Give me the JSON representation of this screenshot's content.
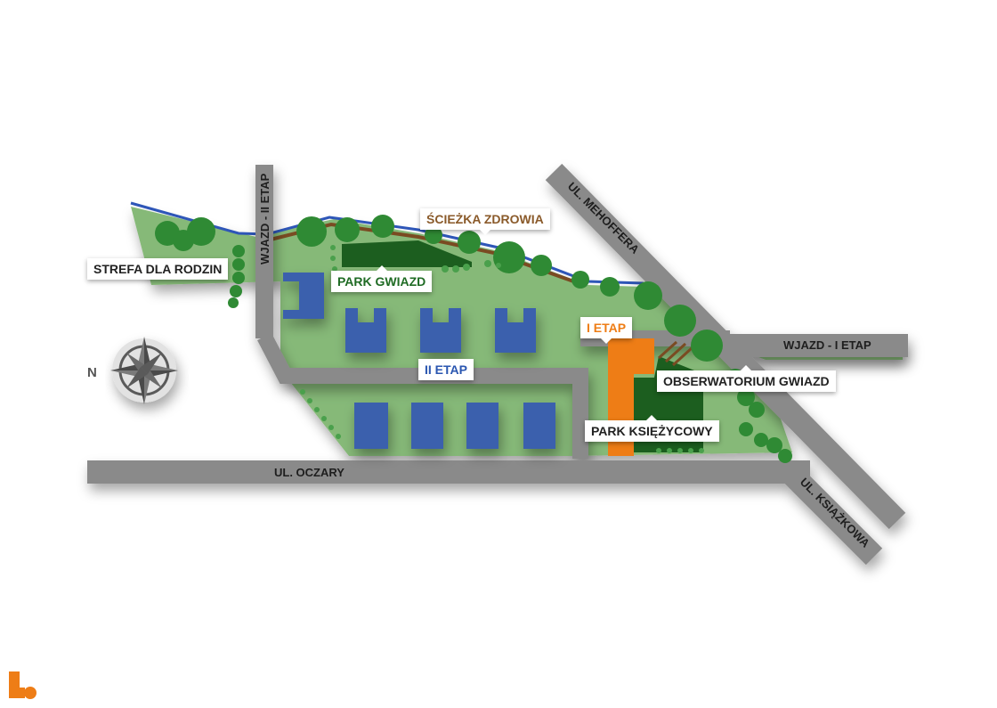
{
  "labels": {
    "strefa": "STREFA DLA RODZIN",
    "sciezka": "ŚCIEŻKA ZDROWIA",
    "park_gwiazd": "PARK GWIAZD",
    "ii_etap": "II ETAP",
    "i_etap": "I ETAP",
    "obserwatorium": "OBSERWATORIUM GWIAZD",
    "park_ksiezycowy": "PARK KSIĘŻYCOWY"
  },
  "roads": {
    "wjazd_ii": "WJAZD - II ETAP",
    "mehoffera": "UL. MEHOFFERA",
    "wjazd_i": "WJAZD - I ETAP",
    "oczary": "UL. OCZARY",
    "ksiazkowa": "UL. KSIĄŻKOWA"
  },
  "compass": {
    "letter": "N"
  },
  "colors": {
    "grass": "#86b978",
    "dark_green": "#1c5e1f",
    "tree": "#2f8a34",
    "road": "#8a8a8a",
    "building": "#3a61ad",
    "stage_one": "#ee7d16",
    "river": "#2e56b8",
    "path": "#7a4b22",
    "logo": "#ee7d16"
  },
  "icons": [
    "compass-rose-icon",
    "brand-logo-icon"
  ]
}
